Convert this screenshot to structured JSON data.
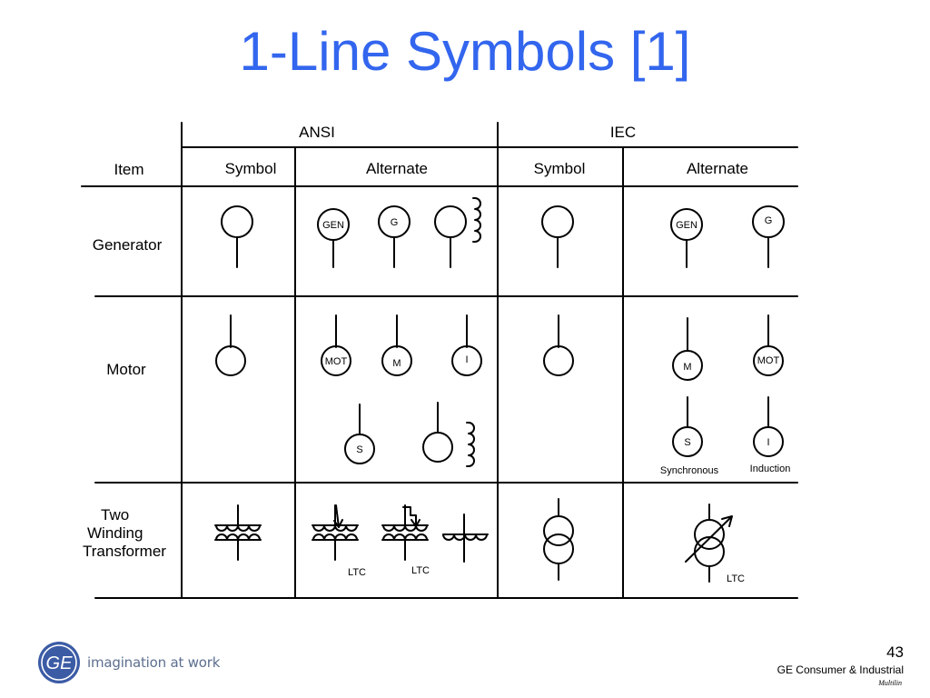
{
  "slide": {
    "title": "1-Line Symbols [1]"
  },
  "table": {
    "group_headers": {
      "ansi": "ANSI",
      "iec": "IEC"
    },
    "column_headers": {
      "item": "Item",
      "ansi_symbol": "Symbol",
      "ansi_alternate": "Alternate",
      "iec_symbol": "Symbol",
      "iec_alternate": "Alternate"
    },
    "rows": {
      "generator": "Generator",
      "motor": "Motor",
      "transformer": [
        "Two",
        "Winding",
        "Transformer"
      ]
    }
  },
  "symbol_labels": {
    "gen": "GEN",
    "g": "G",
    "mot": "MOT",
    "m": "M",
    "i": "I",
    "s": "S",
    "ltc": "LTC",
    "synchronous": "Synchronous",
    "induction": "Induction"
  },
  "footer": {
    "logo_text": "GE",
    "tagline": "imagination at work",
    "page_number": "43",
    "company": "GE Consumer & Industrial",
    "division": "Multilin"
  }
}
